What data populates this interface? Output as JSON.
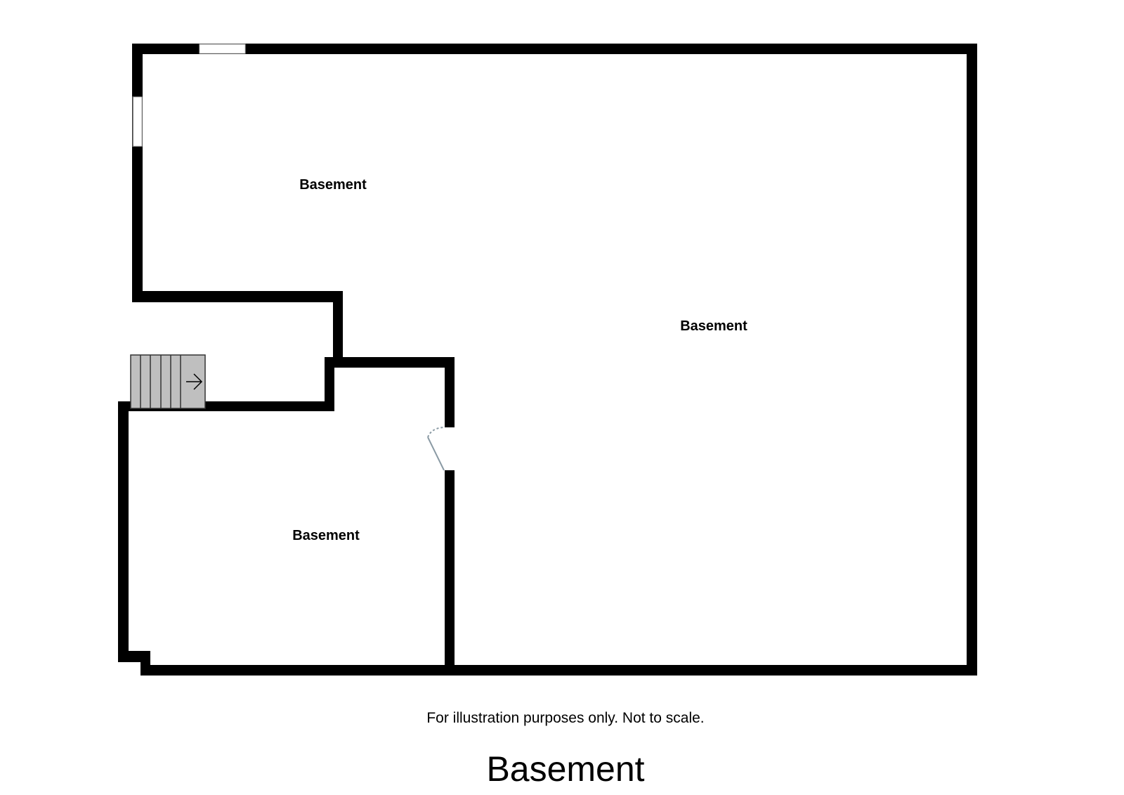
{
  "floorplan": {
    "rooms": [
      {
        "label": "Basement"
      },
      {
        "label": "Basement"
      },
      {
        "label": "Basement"
      }
    ],
    "disclaimer": "For illustration purposes only. Not to scale.",
    "title": "Basement",
    "colors": {
      "wall": "#000000",
      "stairs": "#bfbfbf",
      "door": "#8a9aa4",
      "window": "#ffffff"
    }
  }
}
